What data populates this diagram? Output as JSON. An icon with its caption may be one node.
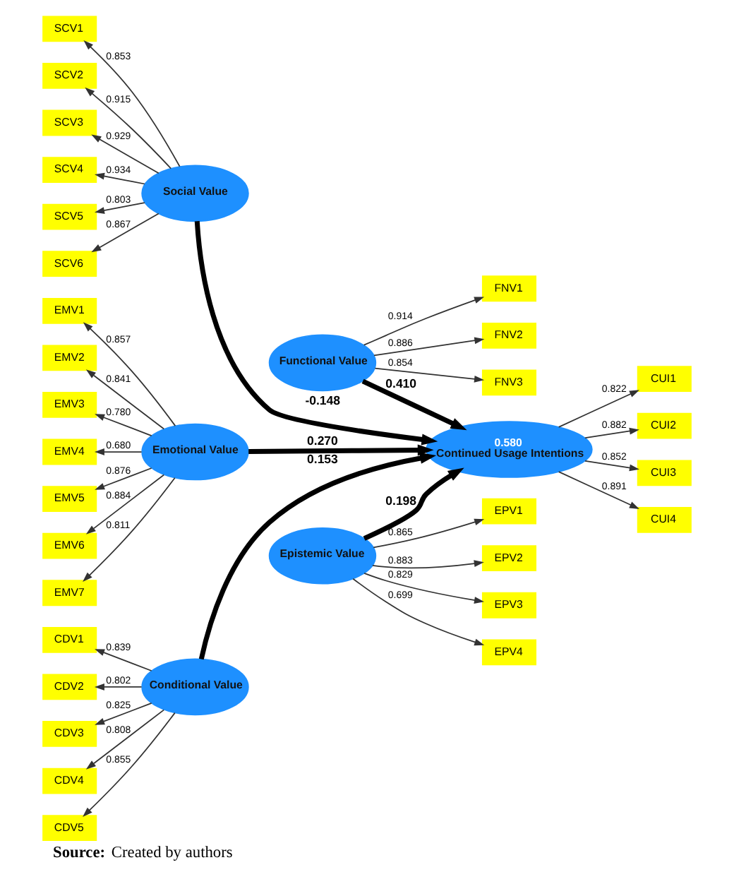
{
  "diagram": {
    "caption": "**Source:** Created by authors",
    "nodes": [
      {
        "text": [
          "Social Value"
        ]
      },
      {
        "text": [
          "SCV1"
        ]
      },
      {
        "text": [
          "SCV2"
        ]
      },
      {
        "text": [
          "SCV3"
        ]
      },
      {
        "text": [
          "SCV4"
        ]
      },
      {
        "text": [
          "SCV5"
        ]
      },
      {
        "text": [
          "SCV6"
        ]
      },
      {
        "text": [
          "Functional Value"
        ]
      },
      {
        "text": [
          "FNV1"
        ]
      },
      {
        "text": [
          "FNV2"
        ]
      },
      {
        "text": [
          "FNV3"
        ]
      },
      {
        "text": [
          "Emotional Value"
        ]
      },
      {
        "text": [
          "EMV1"
        ]
      },
      {
        "text": [
          "EMV2"
        ]
      },
      {
        "text": [
          "EMV3"
        ]
      },
      {
        "text": [
          "EMV4"
        ]
      },
      {
        "text": [
          "EMV5"
        ]
      },
      {
        "text": [
          "EMV6"
        ]
      },
      {
        "text": [
          "EMV7"
        ]
      },
      {
        "text": [
          "0.580",
          "Continued Usage Intentions"
        ]
      },
      {
        "text": [
          "CUI1"
        ]
      },
      {
        "text": [
          "CUI2"
        ]
      },
      {
        "text": [
          "CUI3"
        ]
      },
      {
        "text": [
          "CUI4"
        ]
      },
      {
        "text": [
          "Conditional Value"
        ]
      },
      {
        "text": [
          "CDV1"
        ]
      },
      {
        "text": [
          "CDV2"
        ]
      },
      {
        "text": [
          "CDV3"
        ]
      },
      {
        "text": [
          "CDV4"
        ]
      },
      {
        "text": [
          "CDV5"
        ]
      },
      {
        "text": [
          "Epistemic Value"
        ]
      },
      {
        "text": [
          "EPV1"
        ]
      },
      {
        "text": [
          "EPV2"
        ]
      },
      {
        "text": [
          "EPV3"
        ]
      },
      {
        "text": [
          "EPV4"
        ]
      }
    ],
    "edges": [
      {
        "from": 0,
        "to": 1,
        "arrow": "to",
        "label": "0.853"
      },
      {
        "from": 0,
        "to": 2,
        "arrow": "to",
        "label": "0.915"
      },
      {
        "from": 0,
        "to": 3,
        "arrow": "to",
        "label": "0.929"
      },
      {
        "from": 0,
        "to": 4,
        "arrow": "to",
        "label": "0.934"
      },
      {
        "from": 0,
        "to": 5,
        "arrow": "to",
        "label": "0.803"
      },
      {
        "from": 0,
        "to": 6,
        "arrow": "to",
        "label": "0.867"
      },
      {
        "from": 7,
        "to": 8,
        "arrow": "to",
        "label": "0.914"
      },
      {
        "from": 7,
        "to": 9,
        "arrow": "to",
        "label": "0.886"
      },
      {
        "from": 7,
        "to": 10,
        "arrow": "to",
        "label": "0.854"
      },
      {
        "from": 11,
        "to": 12,
        "arrow": "to",
        "label": "0.857"
      },
      {
        "from": 11,
        "to": 13,
        "arrow": "to",
        "label": "0.841"
      },
      {
        "from": 11,
        "to": 14,
        "arrow": "to",
        "label": "0.780"
      },
      {
        "from": 11,
        "to": 15,
        "arrow": "to",
        "label": "0.680"
      },
      {
        "from": 11,
        "to": 16,
        "arrow": "to",
        "label": "0.876"
      },
      {
        "from": 11,
        "to": 17,
        "arrow": "to",
        "label": "0.884"
      },
      {
        "from": 11,
        "to": 18,
        "arrow": "to",
        "label": "0.811"
      },
      {
        "from": 19,
        "to": 20,
        "arrow": "to",
        "label": "0.822"
      },
      {
        "from": 19,
        "to": 21,
        "arrow": "to",
        "label": "0.882"
      },
      {
        "from": 19,
        "to": 22,
        "arrow": "to",
        "label": "0.852"
      },
      {
        "from": 19,
        "to": 23,
        "arrow": "to",
        "label": "0.891"
      },
      {
        "from": 24,
        "to": 25,
        "arrow": "to",
        "label": "0.839"
      },
      {
        "from": 24,
        "to": 26,
        "arrow": "to",
        "label": "0.802"
      },
      {
        "from": 24,
        "to": 27,
        "arrow": "to",
        "label": "0.825"
      },
      {
        "from": 24,
        "to": 28,
        "arrow": "to",
        "label": "0.808"
      },
      {
        "from": 24,
        "to": 29,
        "arrow": "to",
        "label": "0.855"
      },
      {
        "from": 30,
        "to": 31,
        "arrow": "to",
        "label": "0.865"
      },
      {
        "from": 30,
        "to": 32,
        "arrow": "to",
        "label": "0.883"
      },
      {
        "from": 30,
        "to": 33,
        "arrow": "to",
        "label": "0.829"
      },
      {
        "from": 30,
        "to": 34,
        "arrow": "to",
        "label": "0.699"
      },
      {
        "from": 0,
        "to": 19,
        "arrow": "to",
        "label": "-0.148",
        "style": "thick"
      },
      {
        "from": 7,
        "to": 19,
        "arrow": "to",
        "label": "0.410",
        "style": "thick"
      },
      {
        "from": 11,
        "to": 19,
        "arrow": "to",
        "label": "0.270",
        "style": "thick"
      },
      {
        "from": 24,
        "to": 19,
        "arrow": "to",
        "label": "0.153",
        "style": "thick"
      },
      {
        "from": 30,
        "to": 19,
        "arrow": "to",
        "label": "0.198",
        "style": "thick"
      }
    ]
  }
}
